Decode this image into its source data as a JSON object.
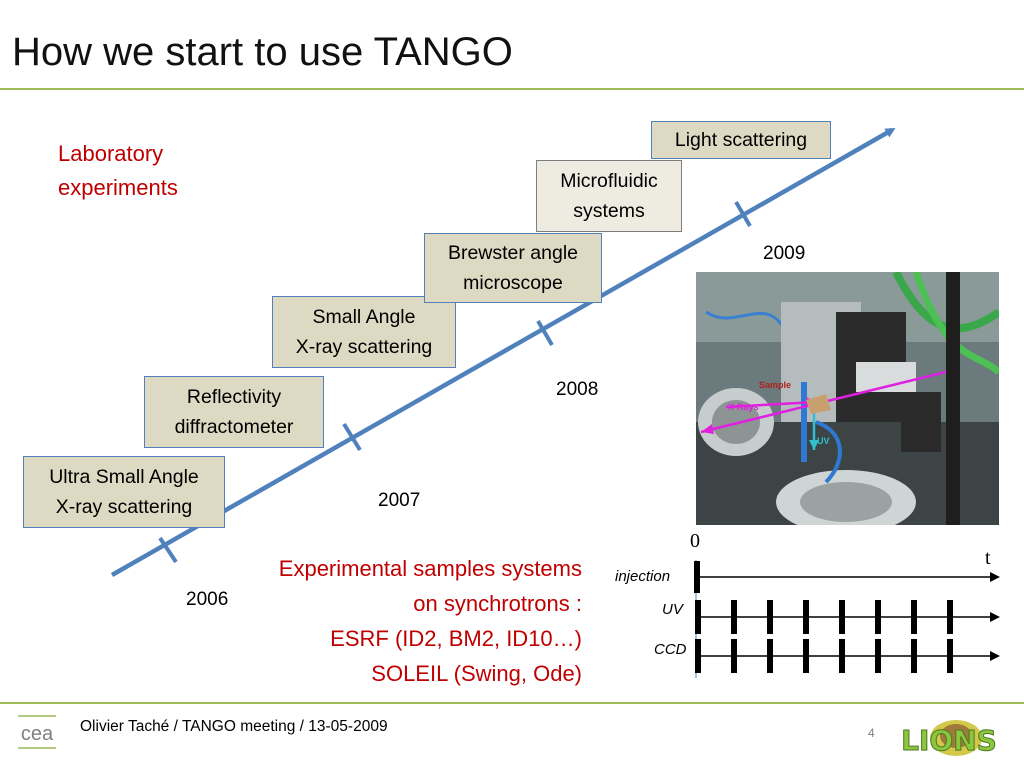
{
  "slide": {
    "title": "How we start to use TANGO",
    "lab_line1": "Laboratory",
    "lab_line2": "experiments",
    "boxes": [
      {
        "line1": "Ultra Small Angle",
        "line2": "X-ray scattering"
      },
      {
        "line1": "Reflectivity",
        "line2": "diffractometer"
      },
      {
        "line1": "Small Angle",
        "line2": "X-ray scattering"
      },
      {
        "line1": "Brewster angle",
        "line2": "microscope"
      },
      {
        "line1": "Microfluidic",
        "line2": "systems"
      },
      {
        "line1": "Light scattering"
      }
    ],
    "years": [
      "2006",
      "2007",
      "2008",
      "2009"
    ],
    "experimental": {
      "line1": "Experimental samples systems",
      "line2": "on synchrotrons :",
      "line3": "ESRF (ID2, BM2, ID10…)",
      "line4": "SOLEIL (Swing, Ode)"
    },
    "photo_labels": {
      "sample": "Sample",
      "xrays": "X-Rays",
      "uv": "UV"
    },
    "timing": {
      "zero": "0",
      "t": "t",
      "injection": "injection",
      "uv": "UV",
      "ccd": "CCD"
    },
    "colors": {
      "accent_red": "#c00000",
      "timeline_blue": "#4f81bd",
      "rule_green": "#9bbb59",
      "box_fill": "#ddd9c3"
    }
  },
  "footer": {
    "text": "Olivier Taché   /  TANGO meeting  / 13-05-2009",
    "page": "4",
    "left_logo_text": "cea",
    "right_logo_text": "LIONS"
  }
}
